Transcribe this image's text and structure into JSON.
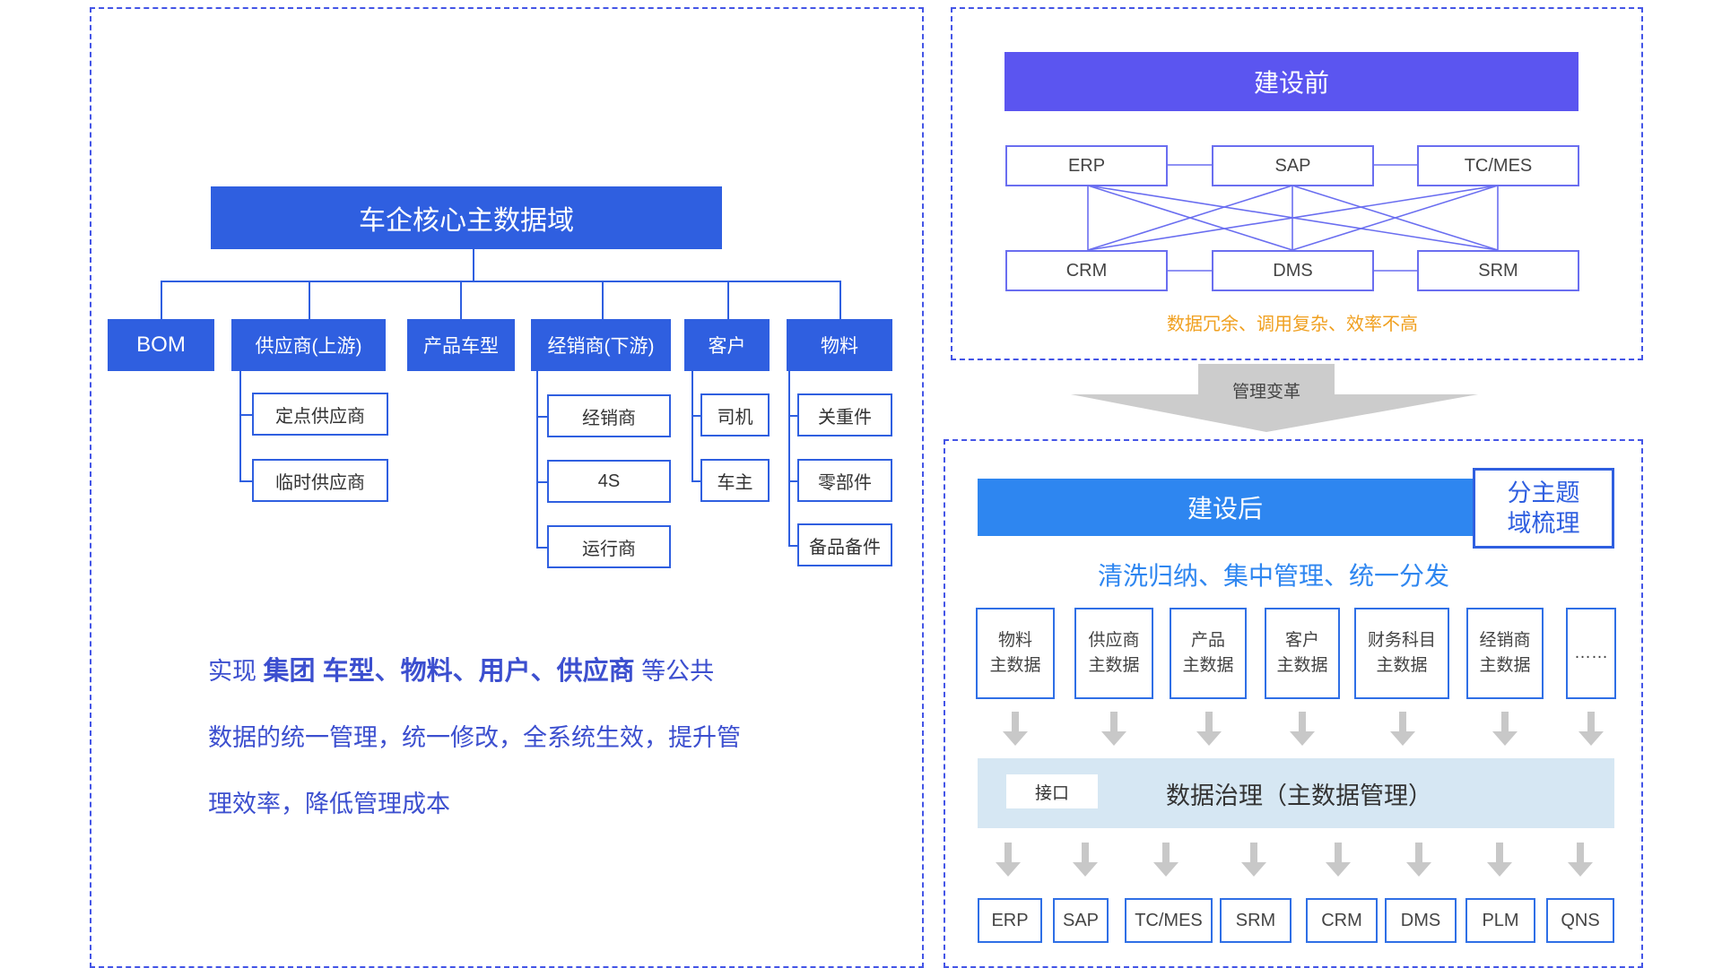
{
  "left": {
    "root": "车企核心主数据域",
    "categories": [
      {
        "label": "BOM",
        "children": []
      },
      {
        "label": "供应商(上游)",
        "children": [
          "定点供应商",
          "临时供应商"
        ]
      },
      {
        "label": "产品车型",
        "children": []
      },
      {
        "label": "经销商(下游)",
        "children": [
          "经销商",
          "4S",
          "运行商"
        ]
      },
      {
        "label": "客户",
        "children": [
          "司机",
          "车主"
        ]
      },
      {
        "label": "物料",
        "children": [
          "关重件",
          "零部件",
          "备品备件"
        ]
      }
    ],
    "desc_prefix": "实现",
    "desc_bold": "集团 车型、物料、用户、供应商",
    "desc_rest1": "等公共",
    "desc_line2": "数据的统一管理，统一修改，全系统生效，提升管",
    "desc_line3": "理效率，降低管理成本"
  },
  "before": {
    "title": "建设前",
    "systems_top": [
      "ERP",
      "SAP",
      "TC/MES"
    ],
    "systems_bottom": [
      "CRM",
      "DMS",
      "SRM"
    ],
    "note": "数据冗余、调用复杂、效率不高"
  },
  "transition": "管理变革",
  "after": {
    "title": "建设后",
    "side_label_line1": "分主题",
    "side_label_line2": "域梳理",
    "subtitle": "清洗归纳、集中管理、统一分发",
    "master_data": [
      [
        "物料",
        "主数据"
      ],
      [
        "供应商",
        "主数据"
      ],
      [
        "产品",
        "主数据"
      ],
      [
        "客户",
        "主数据"
      ],
      [
        "财务科目",
        "主数据"
      ],
      [
        "经销商",
        "主数据"
      ],
      [
        "……",
        ""
      ]
    ],
    "interface_label": "接口",
    "governance": "数据治理（主数据管理）",
    "systems": [
      "ERP",
      "SAP",
      "TC/MES",
      "SRM",
      "CRM",
      "DMS",
      "PLM",
      "QNS"
    ]
  },
  "colors": {
    "primary_blue": "#2f5fe0",
    "before_header": "#5b55f0",
    "after_header": "#2e86f0",
    "panel_border": "#4455e6",
    "note_orange": "#f0a020",
    "governance_bg": "#d6e7f3",
    "arrow_gray": "#c8c8c8"
  }
}
